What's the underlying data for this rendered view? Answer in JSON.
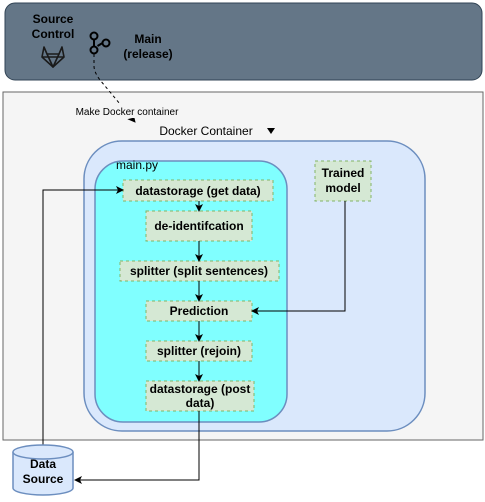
{
  "source_control": {
    "label_line1": "Source",
    "label_line2": "Control",
    "logo_icon": "gitlab-icon",
    "branch_icon": "git-branch-icon",
    "branch_line1": "Main",
    "branch_line2": "(release)"
  },
  "edge_make_docker": "Make Docker container",
  "docker": {
    "title": "Docker Container",
    "dropdown_icon": "triangle-down-icon"
  },
  "main_py": {
    "title": "main.py",
    "steps": [
      {
        "line1": "datastorage (get data)",
        "line2": ""
      },
      {
        "line1": "de-identifcation",
        "line2": ""
      },
      {
        "line1": "splitter (split sentences)",
        "line2": ""
      },
      {
        "line1": "Prediction",
        "line2": ""
      },
      {
        "line1": "splitter (rejoin)",
        "line2": ""
      },
      {
        "line1": "datastorage (post",
        "line2": "data)"
      }
    ]
  },
  "trained_model": {
    "line1": "Trained",
    "line2": "model"
  },
  "data_source": {
    "line1": "Data",
    "line2": "Source"
  },
  "colors": {
    "source_control_bg": "#647687",
    "source_control_border": "#314354",
    "outer_bg": "#f5f5f5",
    "outer_border": "#666666",
    "docker_bg": "#dae8fc",
    "docker_border": "#6c8ebf",
    "mainpy_bg": "#80ffff",
    "mainpy_border": "#6c8ebf",
    "step_bg": "#d5e8d4",
    "step_border": "#82b366"
  }
}
